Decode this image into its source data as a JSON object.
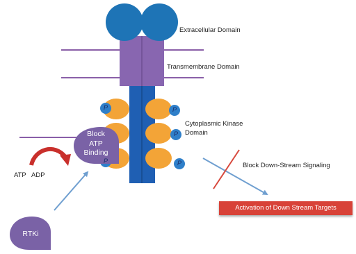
{
  "labels": {
    "extracellular": "Extracellular Domain",
    "transmembrane": "Transmembrane Domain",
    "cytoplasmic_line1": "Cytoplasmic Kinase",
    "cytoplasmic_line2": "Domain",
    "block_signaling": "Block Down-Stream Signaling",
    "atp": "ATP",
    "adp": "ADP",
    "activation_target": "Activation of Down Stream Targets"
  },
  "inhibitor_blob": {
    "line1": "Block",
    "line2": "ATP",
    "line3": "Binding"
  },
  "rtki_label": "RTKi",
  "phospho_label": "P",
  "colors": {
    "extracellular": "#1e74b6",
    "transmembrane": "#8866b0",
    "stalk": "#1f5fb3",
    "kinase_lobe": "#f3a437",
    "phospho": "#2f7fc9",
    "inhibitor": "#7a62a6",
    "curved_arrow": "#c9302c",
    "membrane_line": "#8a5fa8",
    "target_box": "#d84238"
  }
}
